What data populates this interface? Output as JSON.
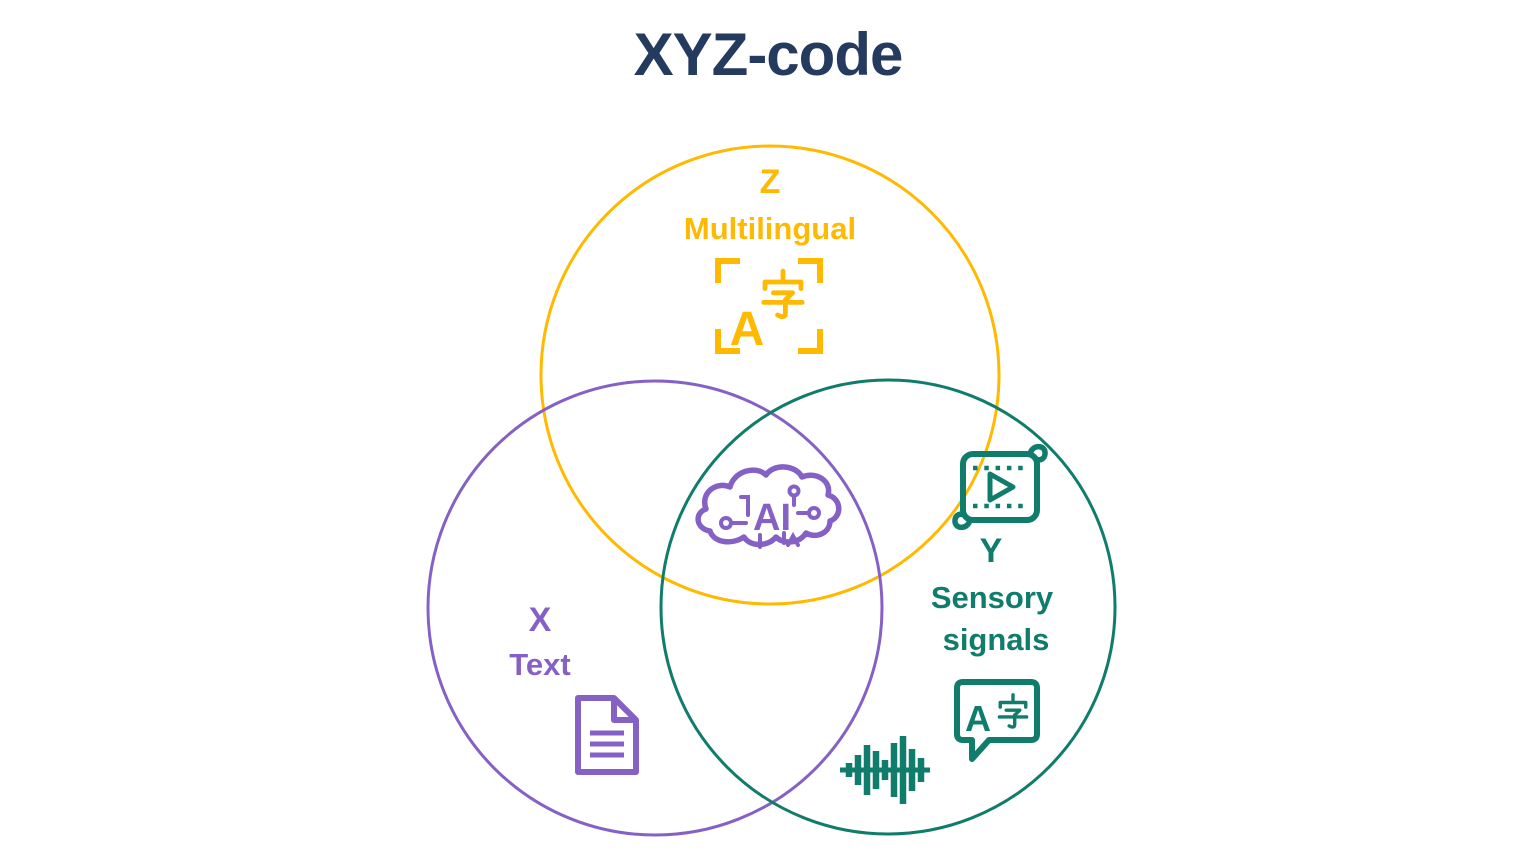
{
  "title": "XYZ-code",
  "colors": {
    "navy": "#243A5E",
    "yellow": "#FFB900",
    "purple": "#8661C5",
    "teal": "#107C6C",
    "background": "#FFFFFF"
  },
  "diagram": {
    "type": "venn-3-sets",
    "sets": {
      "z": {
        "letter": "Z",
        "label": "Multilingual",
        "color": "#FFB900",
        "icon": "translate-icon"
      },
      "x": {
        "letter": "X",
        "label": "Text",
        "color": "#8661C5",
        "icon": "document-icon"
      },
      "y": {
        "letter": "Y",
        "label_line1": "Sensory",
        "label_line2": "signals",
        "color": "#107C6C",
        "icons": [
          "film-reel-icon",
          "speech-translate-icon",
          "audio-waveform-icon"
        ]
      },
      "intersection": {
        "label": "AI",
        "color": "#8661C5",
        "icon": "ai-brain-icon"
      }
    },
    "icon_text": {
      "translate_a": "A",
      "bubble_a": "A",
      "cjk_character": "字"
    }
  }
}
